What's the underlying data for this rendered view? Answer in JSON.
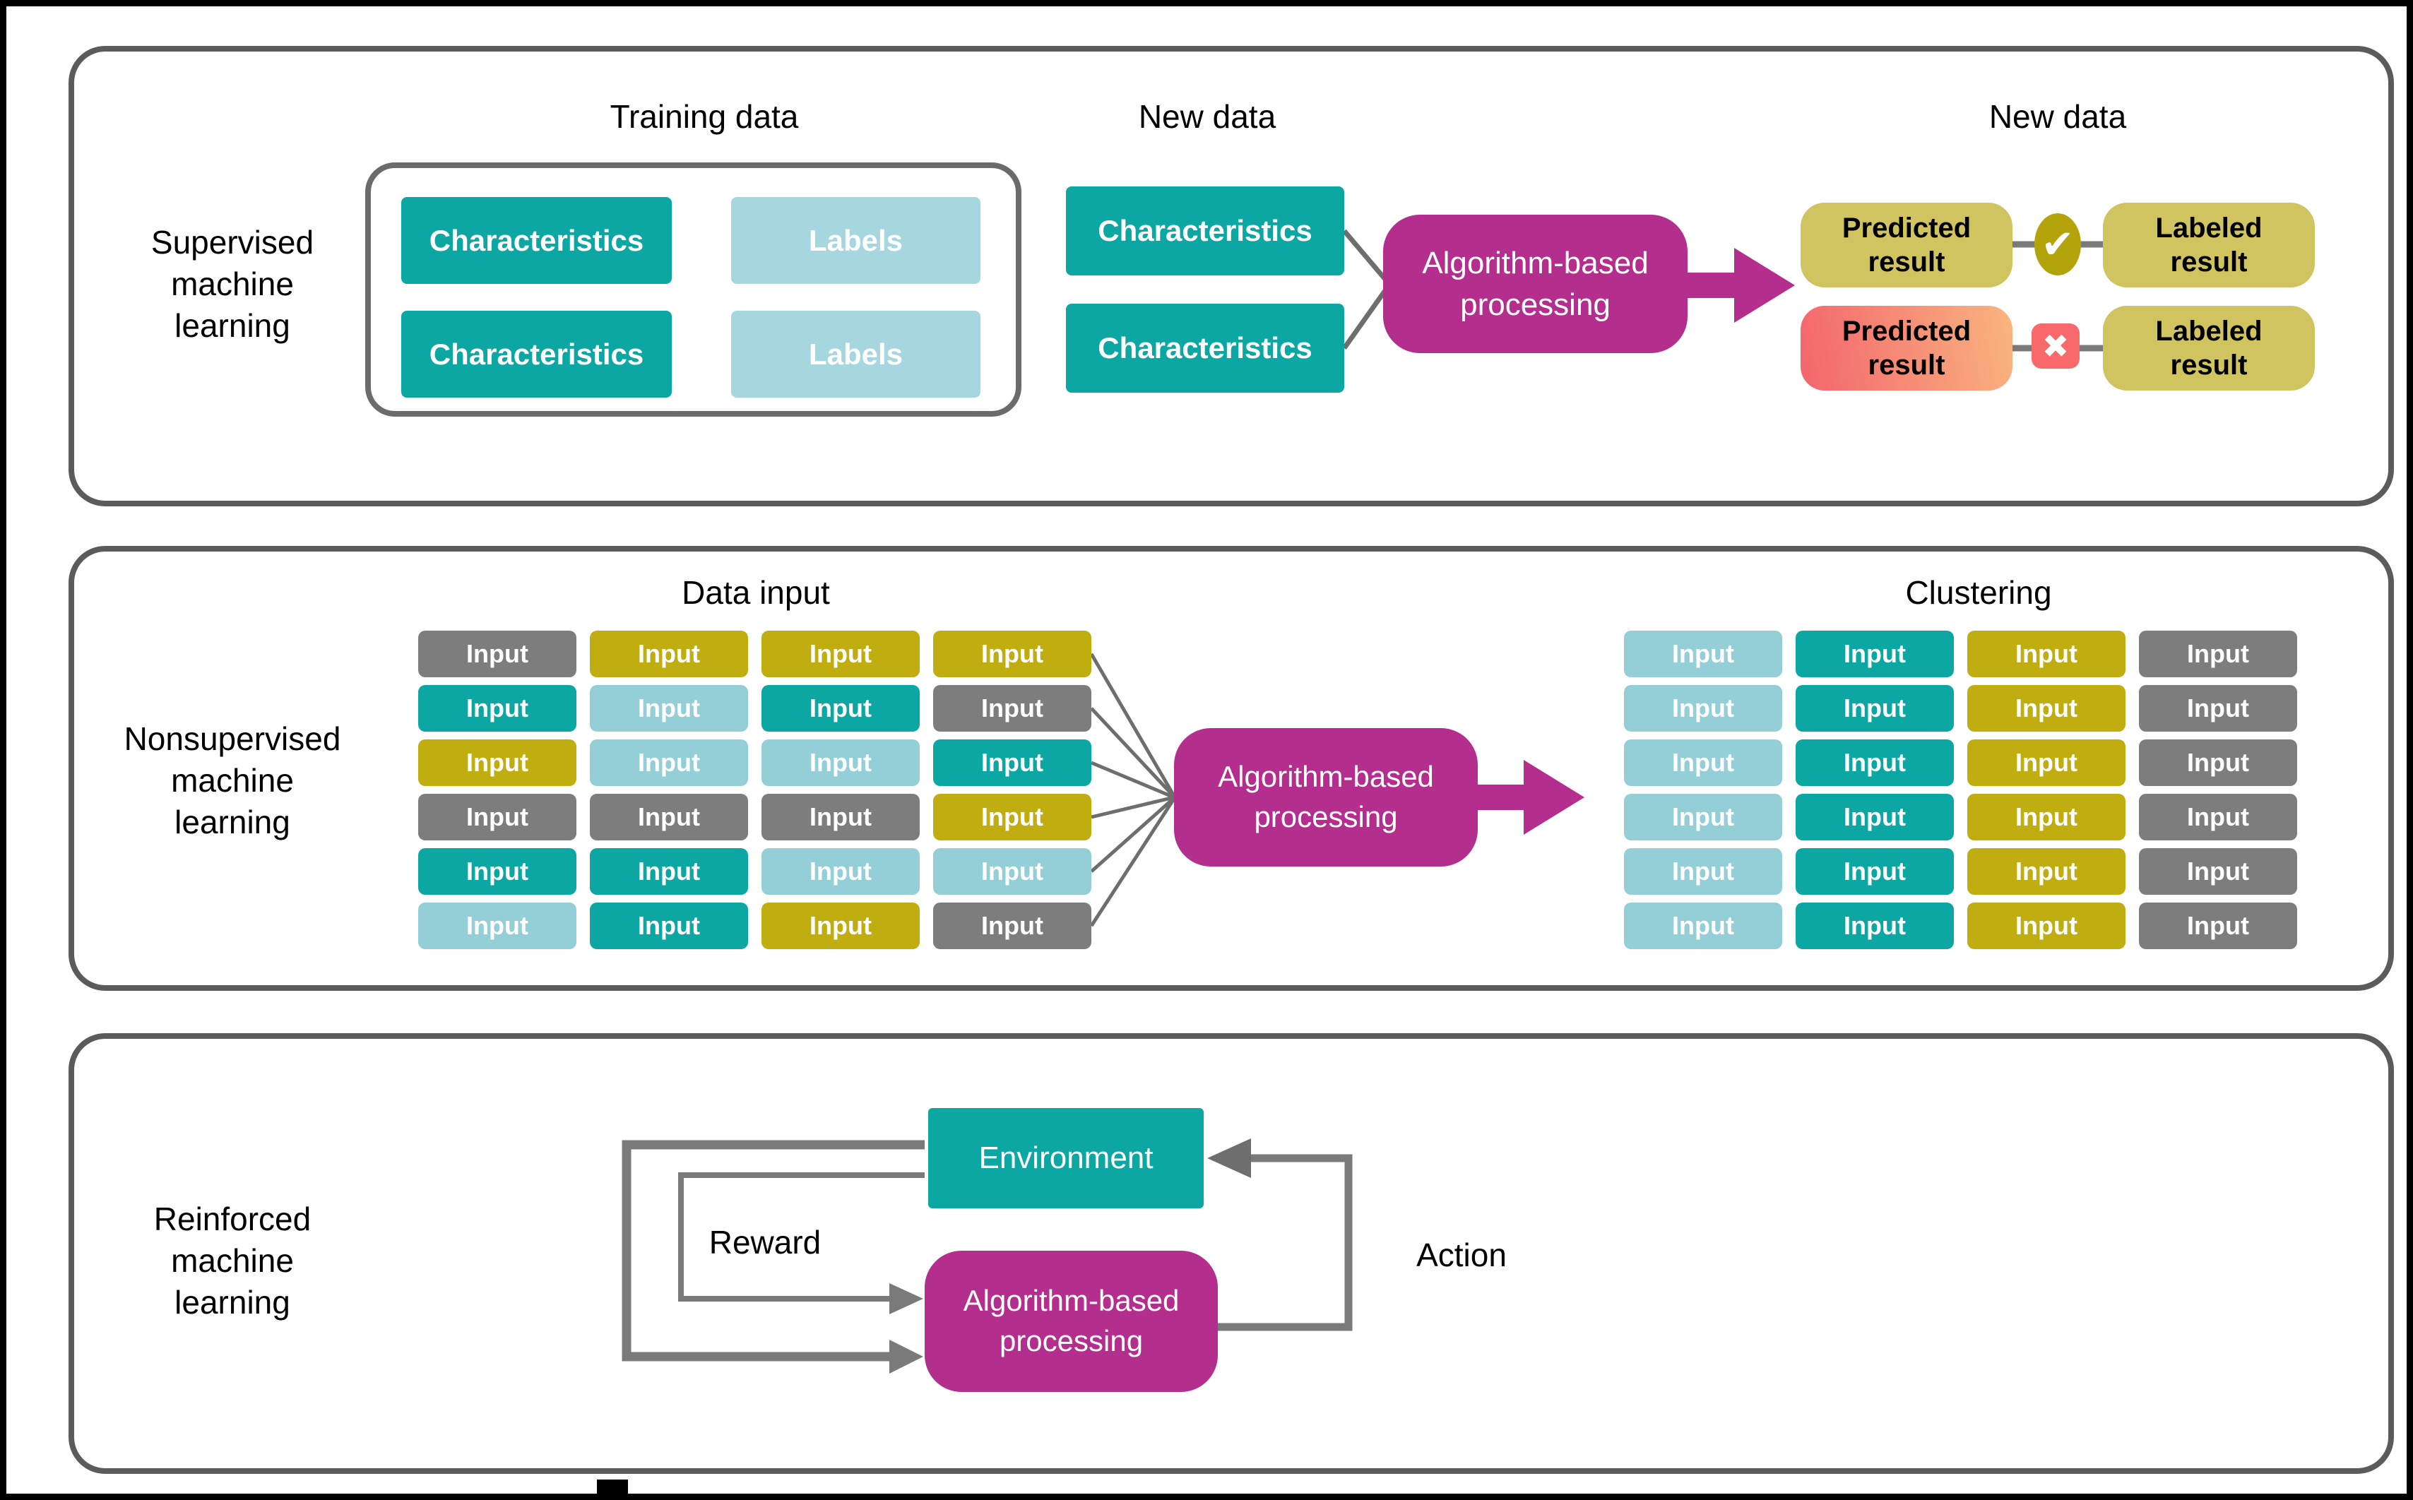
{
  "palette": {
    "teal": "#0ca7a3",
    "light_blue": "#94cfd8",
    "light_blue_soft": "#a6d7df",
    "olive": "#c0ad10",
    "olive_soft": "#cfc45f",
    "olive_icon": "#b3a40b",
    "gray_box": "#7d7d7d",
    "magenta": "#b42e8d",
    "salmon": "#f8696b",
    "grad_start": "#f3656d",
    "grad_end": "#f9b57f",
    "line_gray": "#7a7a7a",
    "panel_border": "#5b5b5b"
  },
  "sections": {
    "supervised_label": "Supervised\nmachine\nlearning",
    "nonsupervised_label": "Nonsupervised\nmachine\nlearning",
    "reinforced_label": "Reinforced\nmachine\nlearning"
  },
  "supervised": {
    "training_title": "Training data",
    "new_data_title_left": "New data",
    "new_data_title_right": "New data",
    "characteristics_label": "Characteristics",
    "labels_label": "Labels",
    "algorithm_label": "Algorithm-based\nprocessing",
    "predicted_label": "Predicted\nresult",
    "labeled_label": "Labeled\nresult",
    "check_icon_glyph": "✔",
    "cross_icon_glyph": "✖"
  },
  "nonsupervised": {
    "data_input_title": "Data input",
    "clustering_title": "Clustering",
    "cell_label": "Input",
    "algorithm_label": "Algorithm-based\nprocessing",
    "input_grid": [
      [
        "gray_box",
        "olive",
        "olive",
        "olive"
      ],
      [
        "teal",
        "light_blue",
        "teal",
        "gray_box"
      ],
      [
        "olive",
        "light_blue",
        "light_blue",
        "teal"
      ],
      [
        "gray_box",
        "gray_box",
        "gray_box",
        "olive"
      ],
      [
        "teal",
        "teal",
        "light_blue",
        "light_blue"
      ],
      [
        "light_blue",
        "teal",
        "olive",
        "gray_box"
      ]
    ],
    "cluster_grid": [
      [
        "light_blue",
        "teal",
        "olive",
        "gray_box"
      ],
      [
        "light_blue",
        "teal",
        "olive",
        "gray_box"
      ],
      [
        "light_blue",
        "teal",
        "olive",
        "gray_box"
      ],
      [
        "light_blue",
        "teal",
        "olive",
        "gray_box"
      ],
      [
        "light_blue",
        "teal",
        "olive",
        "gray_box"
      ],
      [
        "light_blue",
        "teal",
        "olive",
        "gray_box"
      ]
    ]
  },
  "reinforced": {
    "environment_label": "Environment",
    "algorithm_label": "Algorithm-based\nprocessing",
    "reward_label": "Reward",
    "action_label": "Action"
  }
}
